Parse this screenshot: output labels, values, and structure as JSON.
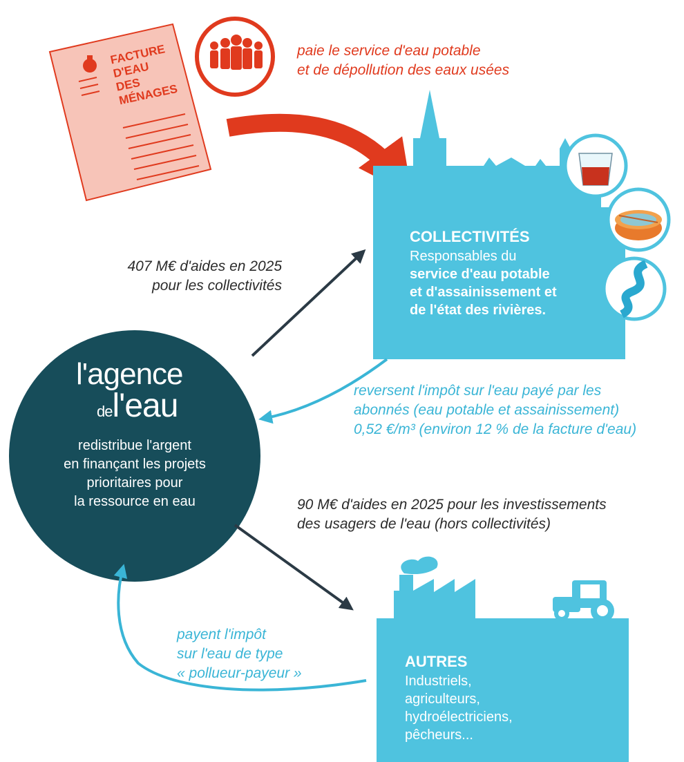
{
  "colors": {
    "red": "#e03a1e",
    "invoice_fill": "#f7c4b8",
    "teal": "#4fc3df",
    "light_teal": "#3ab5d6",
    "dark_teal": "#174d5a",
    "arrow_dark": "#2b3a45"
  },
  "invoice": {
    "title_lines": [
      "FACTURE",
      "D'EAU",
      "DES",
      "MÉNAGES"
    ]
  },
  "households": {
    "text_lines": [
      "paie le service d'eau potable",
      "et de dépollution des eaux usées"
    ]
  },
  "collectivites": {
    "title": "COLLECTIVITÉS",
    "desc_line1": "Responsables du",
    "desc_bold_lines": [
      "service d'eau potable",
      "et d'assainissement et",
      "de l'état des rivières."
    ]
  },
  "aid_collectivites": {
    "lines": [
      "407 M€ d'aides en 2025",
      "pour les collectivités"
    ]
  },
  "agence": {
    "logo_part1": "l'agence",
    "logo_part2_small": "de",
    "logo_part2_big": "l'eau",
    "desc_lines": [
      "redistribue l'argent",
      "en finançant les projets",
      "prioritaires pour",
      "la ressource en eau"
    ]
  },
  "reversent": {
    "lines": [
      "reversent l'impôt sur l'eau payé par les",
      "abonnés (eau potable et assainissement)",
      "0,52 €/m³ (environ 12 % de la facture d'eau)"
    ]
  },
  "aid_autres": {
    "lines": [
      "90 M€ d'aides en 2025 pour les investissements",
      "des usagers de l'eau (hors collectivités)"
    ]
  },
  "payent": {
    "lines": [
      "payent l'impôt",
      "sur l'eau de type",
      "« pollueur-payeur »"
    ]
  },
  "autres": {
    "title": "AUTRES",
    "desc_lines": [
      "Industriels,",
      "agriculteurs,",
      "hydroélectriciens,",
      "pêcheurs..."
    ]
  },
  "icons": [
    "money-bag-icon",
    "people-icon",
    "water-glass-icon",
    "treatment-basin-icon",
    "river-icon",
    "factory-icon",
    "tractor-icon"
  ]
}
